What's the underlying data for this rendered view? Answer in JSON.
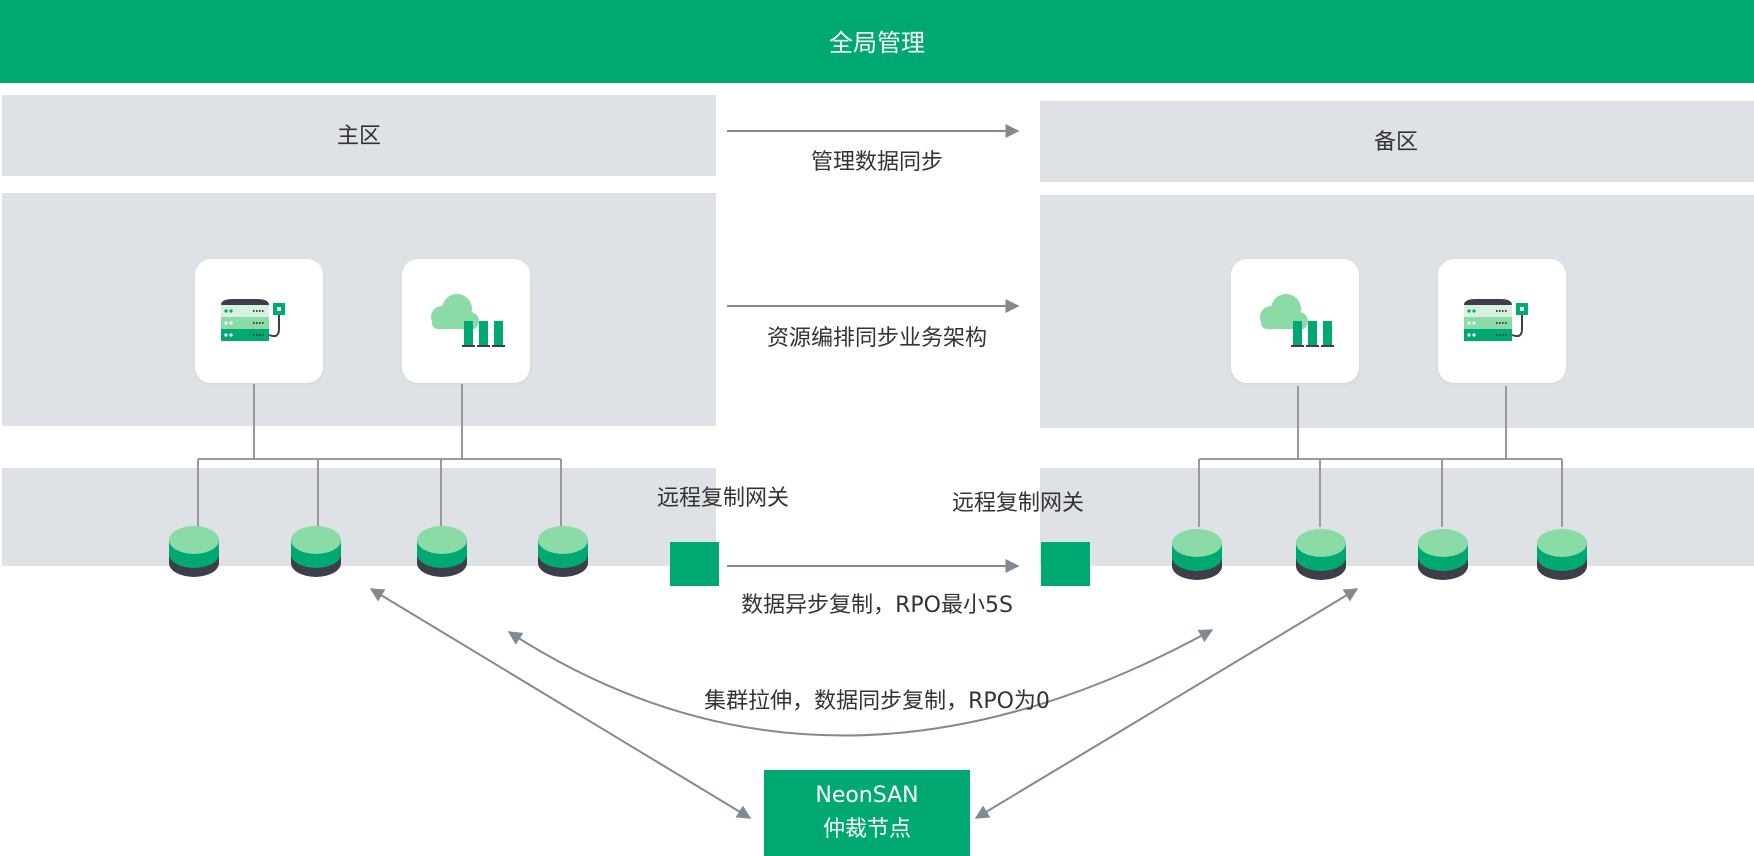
{
  "colors": {
    "brand_green": "#00A971",
    "light_green": "#8ADBA6",
    "panel_gray": "#DEE1E5",
    "connector_gray": "#9A9A9A",
    "arrow_gray": "#7F8A93",
    "disk_dark": "#3E3E4A",
    "text": "#333333"
  },
  "banner": {
    "title": "全局管理"
  },
  "primary_zone": {
    "title": "主区",
    "icons": [
      "server-icon",
      "cloud-storage-icon"
    ],
    "disk_count": 4,
    "gateway_label": "远程复制网关"
  },
  "backup_zone": {
    "title": "备区",
    "icons": [
      "cloud-storage-icon",
      "server-icon"
    ],
    "disk_count": 4,
    "gateway_label": "远程复制网关"
  },
  "flows": {
    "management_sync": "管理数据同步",
    "resource_sync": "资源编排同步业务架构",
    "async_replication": "数据异步复制，RPO最小5S",
    "stretch_cluster": "集群拉伸，数据同步复制，RPO为0"
  },
  "arbiter": {
    "line1": "NeonSAN",
    "line2": "仲裁节点"
  }
}
